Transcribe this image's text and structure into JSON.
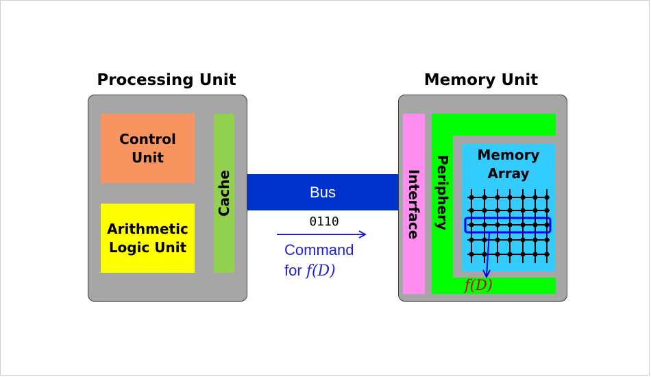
{
  "processing_unit": {
    "title": "Processing Unit",
    "control_unit": "Control Unit",
    "alu": "Arithmetic Logic Unit",
    "cache": "Cache"
  },
  "bus": {
    "label": "Bus",
    "bits": "0110",
    "command_line1": "Command",
    "command_for": "for",
    "command_fn": "f(D)"
  },
  "memory_unit": {
    "title": "Memory Unit",
    "interface": "Interface",
    "periphery": "Periphery",
    "array": "Memory Array",
    "output_fn": "f(D)"
  },
  "colors": {
    "unit_gray": "#a6a6a6",
    "control_unit": "#f79460",
    "alu": "#ffff00",
    "cache": "#92d050",
    "bus": "#0033cc",
    "interface": "#ff8ef0",
    "periphery": "#00ff00",
    "memory_array": "#33ccff",
    "command_text": "#1f1fd6",
    "output_text": "#cc0000"
  }
}
